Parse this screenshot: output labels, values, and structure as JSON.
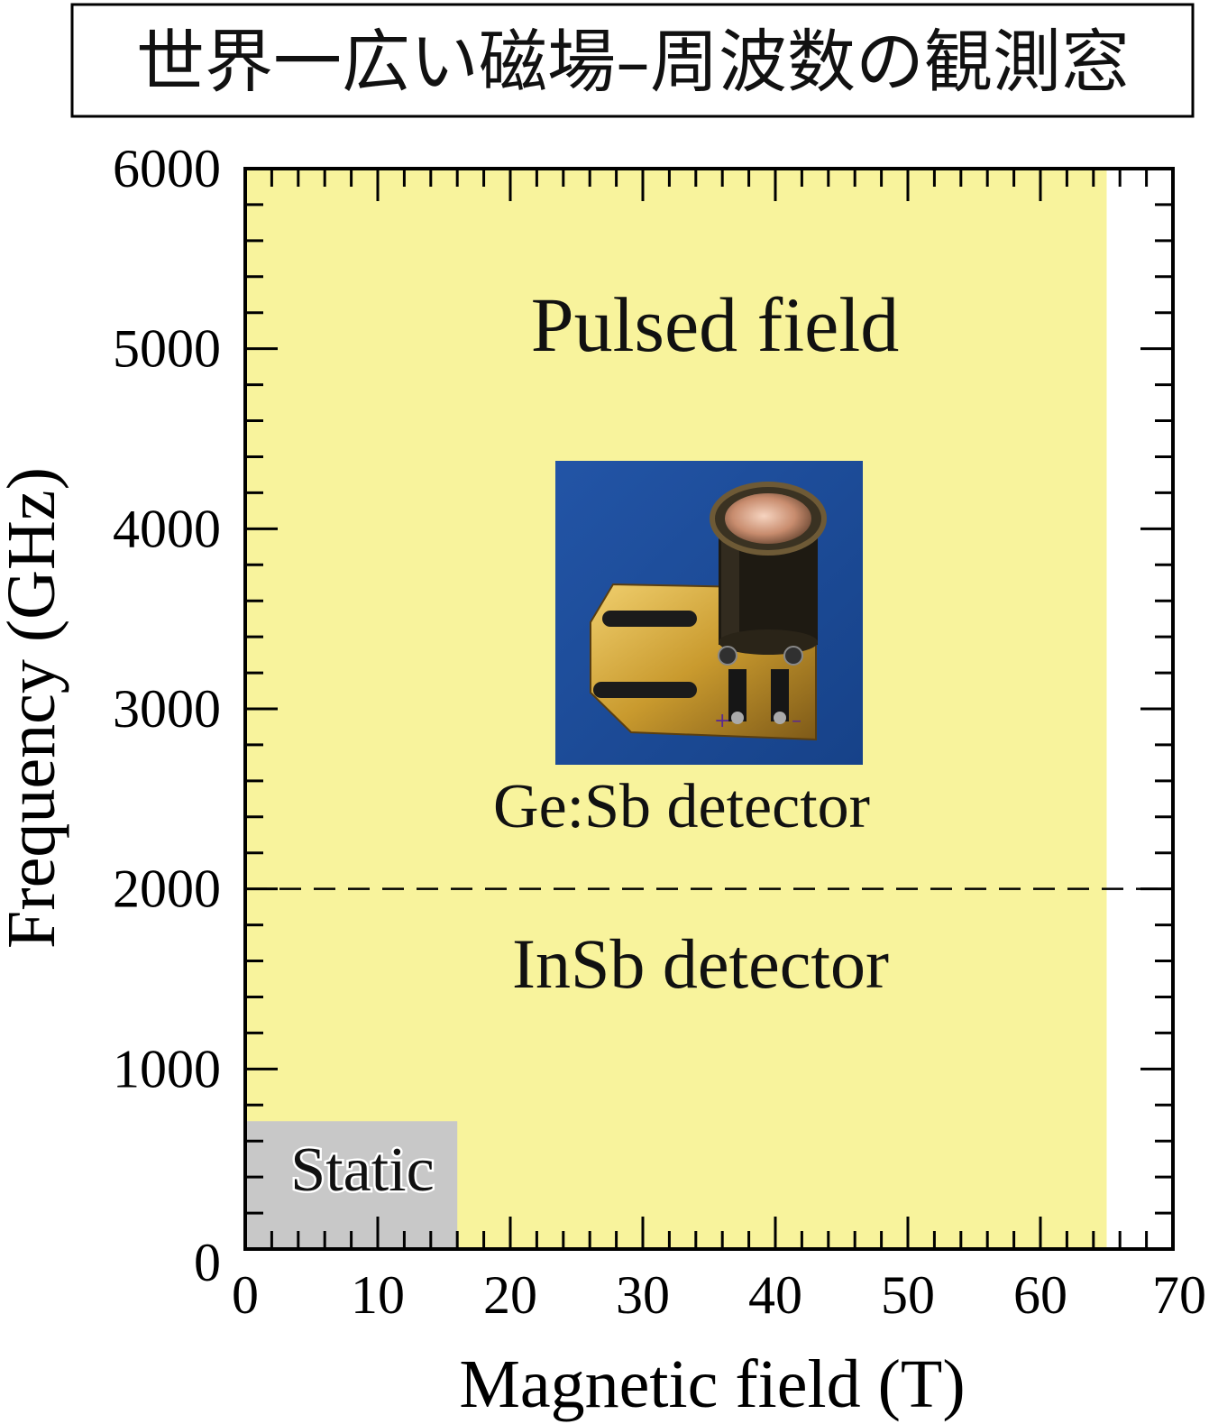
{
  "chart_data": {
    "type": "area",
    "title": "世界一広い磁場–周波数の観測窓",
    "xlabel": "Magnetic field (T)",
    "ylabel": "Frequency (GHz)",
    "xlim": [
      0,
      70
    ],
    "ylim": [
      0,
      6000
    ],
    "x_ticks": [
      0,
      10,
      20,
      30,
      40,
      50,
      60,
      70
    ],
    "y_ticks": [
      0,
      1000,
      2000,
      3000,
      4000,
      5000,
      6000
    ],
    "x_tick_labels": [
      "0",
      "10",
      "20",
      "30",
      "40",
      "50",
      "60",
      "70"
    ],
    "y_tick_labels": [
      "0",
      "1000",
      "2000",
      "3000",
      "4000",
      "5000",
      "6000"
    ],
    "grid": false,
    "regions": [
      {
        "name": "Pulsed field",
        "x": [
          0,
          65
        ],
        "y": [
          0,
          6000
        ],
        "color": "#f8f39c"
      },
      {
        "name": "Static",
        "x": [
          0,
          16
        ],
        "y": [
          0,
          710
        ],
        "color": "#c8c8c8"
      }
    ],
    "divider": {
      "y": 2000,
      "x": [
        0,
        70
      ],
      "style": "dashed"
    },
    "annotations": {
      "pulsed_label": "Pulsed field",
      "gesb_label": "Ge:Sb detector",
      "insb_label": "InSb detector",
      "static_label": "Static"
    },
    "inset_photo": {
      "subject": "Ge:Sb detector",
      "background_color": "#1d4e9c",
      "plus_sign": "+",
      "minus_sign": "–"
    }
  }
}
